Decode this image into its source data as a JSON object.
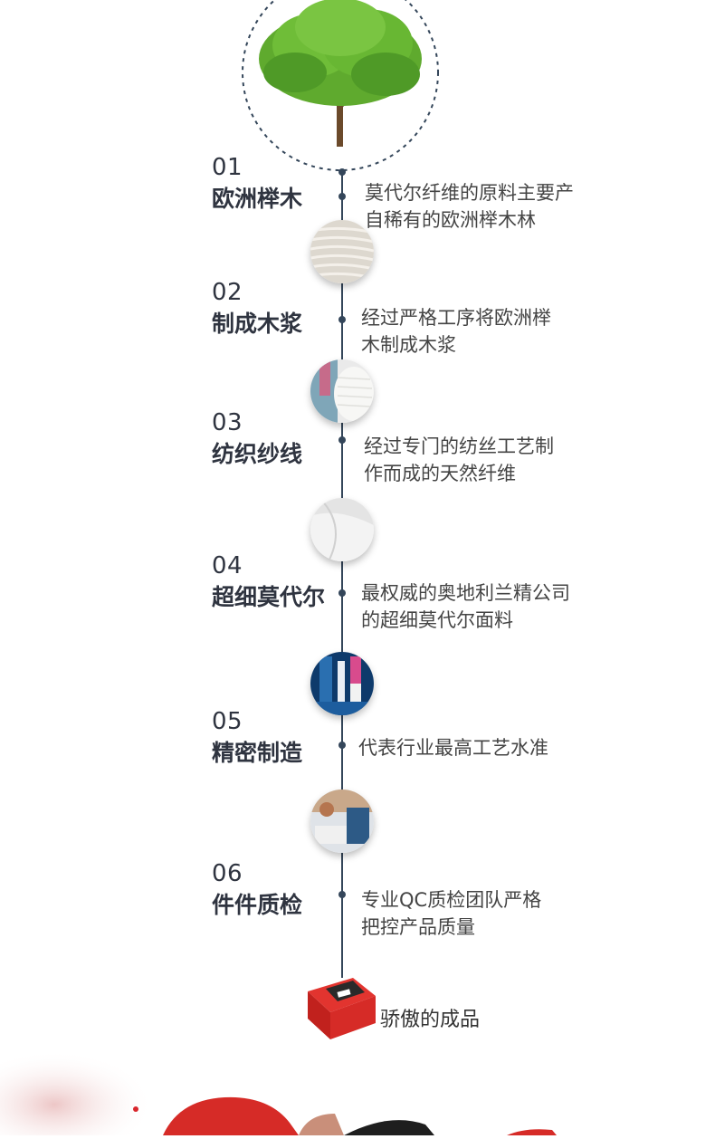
{
  "steps": [
    {
      "num": "01",
      "title": "欧洲榉木",
      "desc_line1": "莫代尔纤维的原料主要产",
      "desc_line2": "自稀有的欧洲榉木林"
    },
    {
      "num": "02",
      "title": "制成木浆",
      "desc_line1": "经过严格工序将欧洲榉",
      "desc_line2": "木制成木浆"
    },
    {
      "num": "03",
      "title": "纺织纱线",
      "desc_line1": "经过专门的纺丝工艺制",
      "desc_line2": "作而成的天然纤维"
    },
    {
      "num": "04",
      "title": "超细莫代尔",
      "desc_line1": "最权威的奥地利兰精公司",
      "desc_line2": "的超细莫代尔面料"
    },
    {
      "num": "05",
      "title": "精密制造",
      "desc_line1": "代表行业最高工艺水准",
      "desc_line2": ""
    },
    {
      "num": "06",
      "title": "件件质检",
      "desc_line1": "专业QC质检团队严格",
      "desc_line2": "把控产品质量"
    }
  ],
  "final": {
    "label": "骄傲的成品"
  },
  "colors": {
    "line": "#34465a",
    "text": "#2f3440",
    "accent": "#d9262c"
  },
  "icons": {
    "top": "tree-icon",
    "thumbs": [
      "wood-pulp-icon",
      "yarn-icon",
      "fabric-icon",
      "factory-icon",
      "inspection-icon"
    ],
    "final": "product-box-icon"
  }
}
